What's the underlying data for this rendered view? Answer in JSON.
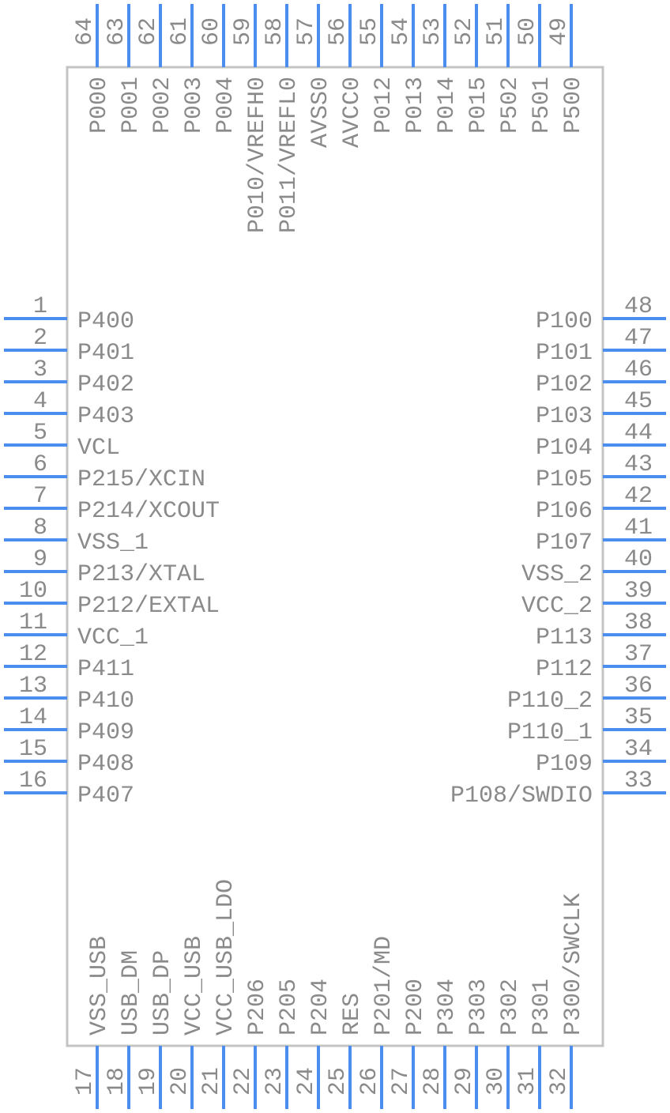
{
  "colors": {
    "body_outline": "#c4c4c4",
    "pin": "#4a8ff0",
    "text": "#8a8a8a"
  },
  "left_pins": [
    {
      "number": "1",
      "name": "P400"
    },
    {
      "number": "2",
      "name": "P401"
    },
    {
      "number": "3",
      "name": "P402"
    },
    {
      "number": "4",
      "name": "P403"
    },
    {
      "number": "5",
      "name": "VCL"
    },
    {
      "number": "6",
      "name": "P215/XCIN"
    },
    {
      "number": "7",
      "name": "P214/XCOUT"
    },
    {
      "number": "8",
      "name": "VSS_1"
    },
    {
      "number": "9",
      "name": "P213/XTAL"
    },
    {
      "number": "10",
      "name": "P212/EXTAL"
    },
    {
      "number": "11",
      "name": "VCC_1"
    },
    {
      "number": "12",
      "name": "P411"
    },
    {
      "number": "13",
      "name": "P410"
    },
    {
      "number": "14",
      "name": "P409"
    },
    {
      "number": "15",
      "name": "P408"
    },
    {
      "number": "16",
      "name": "P407"
    }
  ],
  "bottom_pins": [
    {
      "number": "17",
      "name": "VSS_USB"
    },
    {
      "number": "18",
      "name": "USB_DM"
    },
    {
      "number": "19",
      "name": "USB_DP"
    },
    {
      "number": "20",
      "name": "VCC_USB"
    },
    {
      "number": "21",
      "name": "VCC_USB_LDO"
    },
    {
      "number": "22",
      "name": "P206"
    },
    {
      "number": "23",
      "name": "P205"
    },
    {
      "number": "24",
      "name": "P204"
    },
    {
      "number": "25",
      "name": "RES"
    },
    {
      "number": "26",
      "name": "P201/MD"
    },
    {
      "number": "27",
      "name": "P200"
    },
    {
      "number": "28",
      "name": "P304"
    },
    {
      "number": "29",
      "name": "P303"
    },
    {
      "number": "30",
      "name": "P302"
    },
    {
      "number": "31",
      "name": "P301"
    },
    {
      "number": "32",
      "name": "P300/SWCLK"
    }
  ],
  "right_pins": [
    {
      "number": "33",
      "name": "P108/SWDIO"
    },
    {
      "number": "34",
      "name": "P109"
    },
    {
      "number": "35",
      "name": "P110_1"
    },
    {
      "number": "36",
      "name": "P110_2"
    },
    {
      "number": "37",
      "name": "P112"
    },
    {
      "number": "38",
      "name": "P113"
    },
    {
      "number": "39",
      "name": "VCC_2"
    },
    {
      "number": "40",
      "name": "VSS_2"
    },
    {
      "number": "41",
      "name": "P107"
    },
    {
      "number": "42",
      "name": "P106"
    },
    {
      "number": "43",
      "name": "P105"
    },
    {
      "number": "44",
      "name": "P104"
    },
    {
      "number": "45",
      "name": "P103"
    },
    {
      "number": "46",
      "name": "P102"
    },
    {
      "number": "47",
      "name": "P101"
    },
    {
      "number": "48",
      "name": "P100"
    }
  ],
  "top_pins": [
    {
      "number": "49",
      "name": "P500"
    },
    {
      "number": "50",
      "name": "P501"
    },
    {
      "number": "51",
      "name": "P502"
    },
    {
      "number": "52",
      "name": "P015"
    },
    {
      "number": "53",
      "name": "P014"
    },
    {
      "number": "54",
      "name": "P013"
    },
    {
      "number": "55",
      "name": "P012"
    },
    {
      "number": "56",
      "name": "AVCC0"
    },
    {
      "number": "57",
      "name": "AVSS0"
    },
    {
      "number": "58",
      "name": "P011/VREFL0"
    },
    {
      "number": "59",
      "name": "P010/VREFH0"
    },
    {
      "number": "60",
      "name": "P004"
    },
    {
      "number": "61",
      "name": "P003"
    },
    {
      "number": "62",
      "name": "P002"
    },
    {
      "number": "63",
      "name": "P001"
    },
    {
      "number": "64",
      "name": "P000"
    }
  ]
}
